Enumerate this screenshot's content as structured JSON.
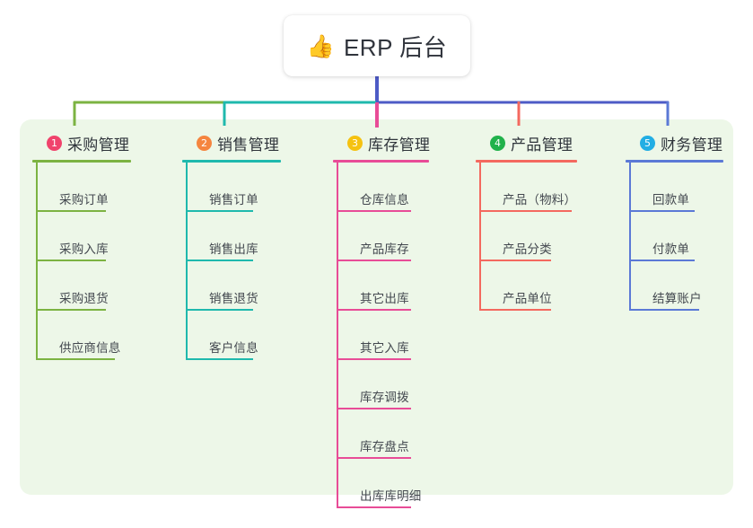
{
  "root": {
    "icon": "thumbs-up-icon",
    "icon_glyph": "👍",
    "title": "ERP 后台"
  },
  "theme": {
    "panel_bg": "#edf7e8",
    "page_bg": "#ffffff",
    "trunk_color": "#4d5bc6",
    "text_color": "#2f343b"
  },
  "columns": [
    {
      "number": "1",
      "title": "采购管理",
      "badge_color": "#f0436c",
      "line_color": "#7cb342",
      "items": [
        {
          "label": "采购订单"
        },
        {
          "label": "采购入库"
        },
        {
          "label": "采购退货"
        },
        {
          "label": "供应商信息"
        }
      ]
    },
    {
      "number": "2",
      "title": "销售管理",
      "badge_color": "#f5853f",
      "line_color": "#1fb9ad",
      "items": [
        {
          "label": "销售订单"
        },
        {
          "label": "销售出库"
        },
        {
          "label": "销售退货"
        },
        {
          "label": "客户信息"
        }
      ]
    },
    {
      "number": "3",
      "title": "库存管理",
      "badge_color": "#f5c211",
      "line_color": "#e84c97",
      "items": [
        {
          "label": "仓库信息"
        },
        {
          "label": "产品库存"
        },
        {
          "label": "其它出库"
        },
        {
          "label": "其它入库"
        },
        {
          "label": "库存调拨"
        },
        {
          "label": "库存盘点"
        },
        {
          "label": "出库库明细"
        }
      ]
    },
    {
      "number": "4",
      "title": "产品管理",
      "badge_color": "#21b24b",
      "line_color": "#f4695f",
      "items": [
        {
          "label": "产品（物料）"
        },
        {
          "label": "产品分类"
        },
        {
          "label": "产品单位"
        }
      ]
    },
    {
      "number": "5",
      "title": "财务管理",
      "badge_color": "#22aee4",
      "line_color": "#5b79d6",
      "items": [
        {
          "label": "回款单"
        },
        {
          "label": "付款单"
        },
        {
          "label": "结算账户"
        }
      ]
    }
  ]
}
